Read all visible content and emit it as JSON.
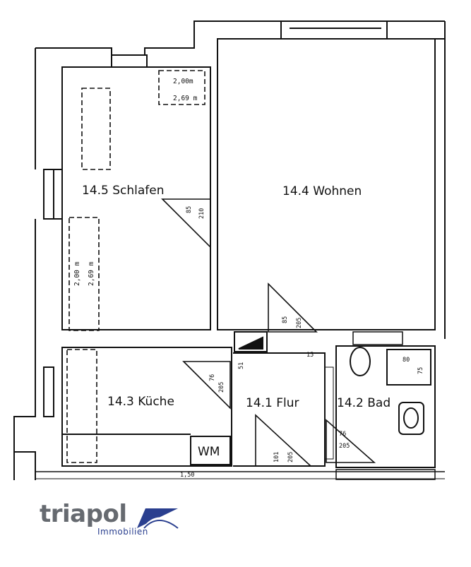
{
  "rooms": {
    "schlafen": "14.5 Schlafen",
    "wohnen": "14.4 Wohnen",
    "kueche": "14.3 Küche",
    "flur": "14.1 Flur",
    "bad": "14.2 Bad"
  },
  "labels": {
    "wm": "WM"
  },
  "dimensions": {
    "wardrobe_top_h1": "2,00m",
    "wardrobe_top_h2": "2,69 m",
    "wardrobe_side_h1": "2,00 m",
    "wardrobe_side_h2": "2,69 m",
    "door_schlafen_w": "85",
    "door_schlafen_h": "210",
    "door_wohnen_w": "85",
    "door_wohnen_h": "205",
    "flur_15": "15",
    "kueche_door_w": "76",
    "kueche_door_h": "205",
    "bad_door_w": "76",
    "bad_door_h": "205",
    "flur_door_w": "101",
    "flur_door_h": "205",
    "tub_80": "80",
    "tub_75": "75",
    "bottom_150": "1,50",
    "flur_51": "51"
  },
  "brand": {
    "name": "triapol",
    "sub": "Immobilien",
    "colors": {
      "grey": "#666a70",
      "blue": "#2a3f8f"
    }
  }
}
